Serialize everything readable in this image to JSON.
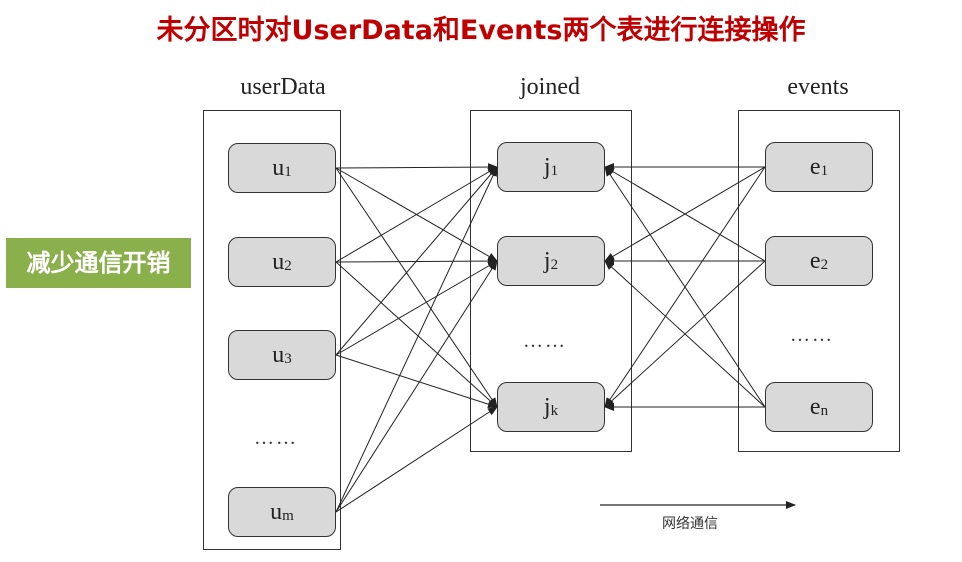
{
  "title": "未分区时对UserData和Events两个表进行连接操作",
  "badge": "减少通信开销",
  "columns": {
    "user": "userData",
    "joined": "joined",
    "events": "events"
  },
  "user_nodes": [
    {
      "base": "u",
      "sub": "1"
    },
    {
      "base": "u",
      "sub": "2"
    },
    {
      "base": "u",
      "sub": "3"
    },
    {
      "base": "u",
      "sub": "m"
    }
  ],
  "joined_nodes": [
    {
      "base": "j",
      "sub": "1"
    },
    {
      "base": "j",
      "sub": "2"
    },
    {
      "base": "j",
      "sub": "k"
    }
  ],
  "event_nodes": [
    {
      "base": "e",
      "sub": "1"
    },
    {
      "base": "e",
      "sub": "2"
    },
    {
      "base": "e",
      "sub": "n"
    }
  ],
  "ellipsis": "……",
  "network_label": "网络通信",
  "colors": {
    "title": "#c00000",
    "badge": "#8ab04c",
    "node_fill": "#d9d9d9"
  }
}
